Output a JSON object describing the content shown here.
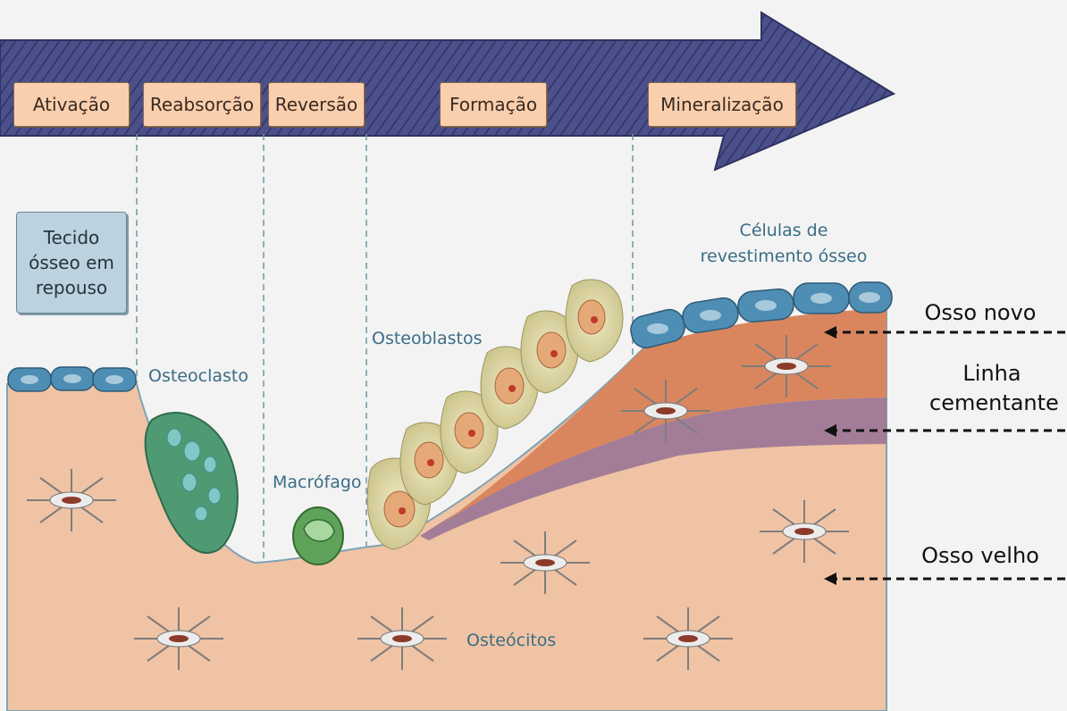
{
  "phases": [
    "Ativação",
    "Reabsorção",
    "Reversão",
    "Formação",
    "Mineralização"
  ],
  "resting_label": "Tecido ósseo em repouso",
  "cell_labels": {
    "lining": "Células de revestimento ósseo",
    "osteoclast": "Osteoclasto",
    "macrophage": "Macrófago",
    "osteoblasts": "Osteoblastos",
    "osteocytes": "Osteócitos"
  },
  "layer_labels": {
    "new_bone": "Osso novo",
    "cement_line": "Linha cementante",
    "old_bone": "Osso velho"
  },
  "colors": {
    "arrow": "#4a4f86",
    "old_bone": "#f0c3a4",
    "new_bone": "#d9865e",
    "cement_line": "#8f6d88",
    "lining_cell": "#4f8eb4",
    "osteoclast": "#4f9a73",
    "macrophage": "#5fa25a",
    "osteoblast": "#dcd7a0"
  }
}
